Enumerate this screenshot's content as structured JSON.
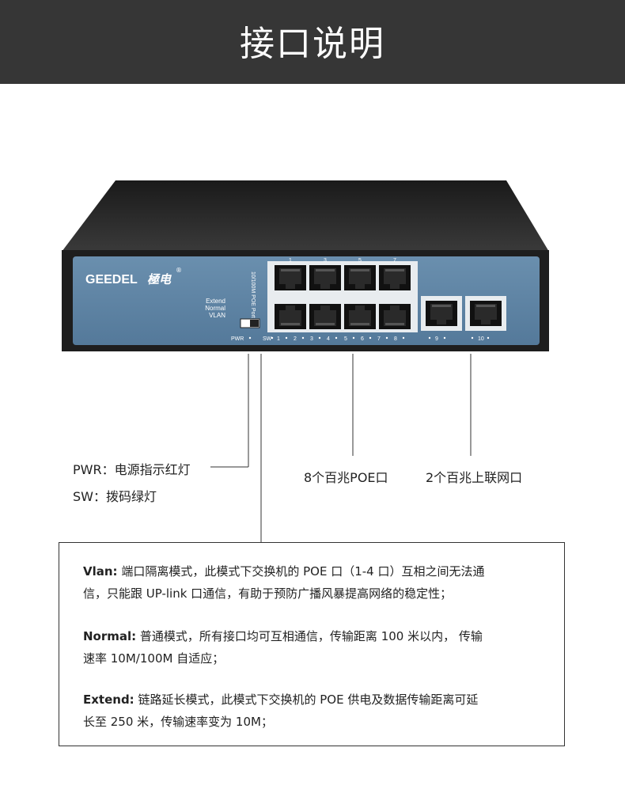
{
  "header": {
    "title": "接口说明"
  },
  "device": {
    "brand": "GEEDEL",
    "brand_logo_text": "極电",
    "registered_mark": "®",
    "mode_labels": [
      "Extend",
      "Normal",
      "VLAN"
    ],
    "poe_port_label": "10/100M POE Port",
    "top_numbers": [
      "1",
      "3",
      "5",
      "7"
    ],
    "bottom_labels": [
      "PWR",
      "SW",
      "1",
      "2",
      "3",
      "4",
      "5",
      "6",
      "7",
      "8",
      "9",
      "10"
    ],
    "colors": {
      "chassis": "#1e1e1e",
      "panel": "#5b81a0",
      "port_frame": "#e8ecef"
    }
  },
  "callouts": {
    "pwr": "PWR：电源指示红灯",
    "sw": "SW：拨码绿灯",
    "poe": "8个百兆POE口",
    "uplink": "2个百兆上联网口"
  },
  "modes": [
    {
      "term": "Vlan:",
      "line1": " 端口隔离模式，此模式下交换机的 POE 口（1-4 口）互相之间无法通",
      "line2": "信，只能跟 UP-link 口通信，有助于预防广播风暴提高网络的稳定性；"
    },
    {
      "term": "Normal:",
      "line1": " 普通模式，所有接口均可互相通信，传输距离 100 米以内， 传输",
      "line2": "速率 10M/100M 自适应；"
    },
    {
      "term": "Extend:",
      "line1": " 链路延长模式，此模式下交换机的 POE 供电及数据传输距离可延",
      "line2": "长至 250 米，传输速率变为 10M；"
    }
  ]
}
